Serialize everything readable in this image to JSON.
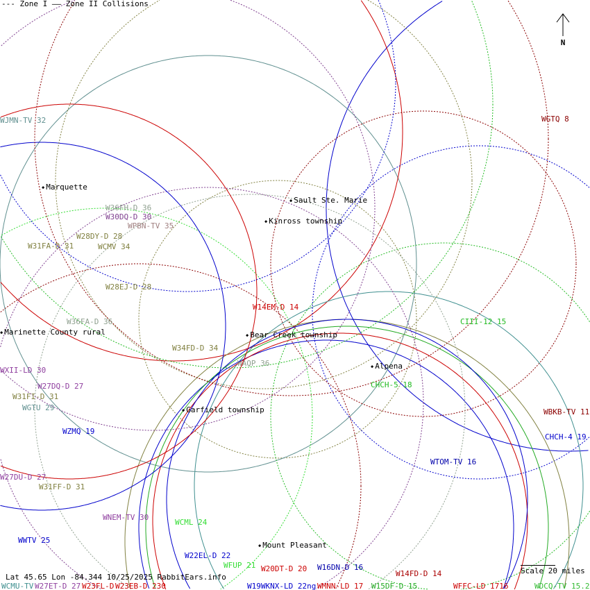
{
  "legend": {
    "zone1": "--- Zone I",
    "zone2": "—— Zone II Collisions"
  },
  "north_label": "N",
  "footer": "Lat 45.65 Lon -84.344 10/25/2025 RabbitEars.info",
  "scale": "Scale 20 miles",
  "cities": [
    {
      "name": "Marquette"
    },
    {
      "name": "Sault Ste. Marie"
    },
    {
      "name": "Kinross township"
    },
    {
      "name": "Marinette County rural"
    },
    {
      "name": "Bear Creek township"
    },
    {
      "name": "Alpena"
    },
    {
      "name": "Garfield township"
    },
    {
      "name": "Mount Pleasant"
    }
  ],
  "stations": [
    {
      "label": "WJMN-TV 32",
      "color": "#5f8f8f"
    },
    {
      "label": "WGTQ 8",
      "color": "#8b0000"
    },
    {
      "label": "W36FH-D 36",
      "color": "#8fa08f"
    },
    {
      "label": "W30DQ-D 30",
      "color": "#7f3f8f"
    },
    {
      "label": "WPBN-TV 35",
      "color": "#a08080"
    },
    {
      "label": "W31FA-D 31",
      "color": "#808040"
    },
    {
      "label": "W28DY-D 28",
      "color": "#808040"
    },
    {
      "label": "WCMV 34",
      "color": "#808040"
    },
    {
      "label": "W28EJ-D 28",
      "color": "#808040"
    },
    {
      "label": "W14EM-D 14",
      "color": "#cc0000"
    },
    {
      "label": "W36FA-D 36",
      "color": "#8fa08f"
    },
    {
      "label": "CIII-12 15",
      "color": "#22bb22"
    },
    {
      "label": "W34FD-D 34",
      "color": "#808040"
    },
    {
      "label": "WAQP 36",
      "color": "#8fa08f"
    },
    {
      "label": "WXII-LD 30",
      "color": "#8f3f9f"
    },
    {
      "label": "CHCH-5 18",
      "color": "#22bb22"
    },
    {
      "label": "W27DQ-D 27",
      "color": "#8f3f9f"
    },
    {
      "label": "W31FI-D 31",
      "color": "#808040"
    },
    {
      "label": "WGTU 29",
      "color": "#5f8f8f"
    },
    {
      "label": "WBKB-TV 11",
      "color": "#8b0000"
    },
    {
      "label": "WZMQ 19",
      "color": "#0000cc"
    },
    {
      "label": "CHCH-4 19",
      "color": "#0000cc"
    },
    {
      "label": "WTOM-TV 16",
      "color": "#0000aa"
    },
    {
      "label": "W27DU-D 27",
      "color": "#8f3f9f"
    },
    {
      "label": "W31FF-D 31",
      "color": "#808040"
    },
    {
      "label": "WNEM-TV 30",
      "color": "#8f3f9f"
    },
    {
      "label": "WCML 24",
      "color": "#33dd33"
    },
    {
      "label": "WWTV 25",
      "color": "#0000cc"
    },
    {
      "label": "W22EL-D 22",
      "color": "#0000cc"
    },
    {
      "label": "WFUP 21",
      "color": "#33dd33"
    },
    {
      "label": "W20DT-D 20",
      "color": "#cc0000"
    },
    {
      "label": "W16DN-D 16",
      "color": "#0000aa"
    },
    {
      "label": "W14FD-D 14",
      "color": "#aa0000"
    },
    {
      "label": "WCMU-TV",
      "color": "#3f8f8f"
    },
    {
      "label": "W27ET-D 27",
      "color": "#8f3f9f"
    },
    {
      "label": "W23FL-D",
      "color": "#cc0000"
    },
    {
      "label": "W23EB-D 230",
      "color": "#cc0000"
    },
    {
      "label": "W19WKNX-LD 22ng",
      "color": "#0000cc"
    },
    {
      "label": "WMNN-LD 17",
      "color": "#cc0000"
    },
    {
      "label": "W15DF-D 15",
      "color": "#22aa22"
    },
    {
      "label": "WFFC-LD 1716",
      "color": "#cc0000"
    },
    {
      "label": "WDCQ-TV 15.2",
      "color": "#33bb33"
    }
  ]
}
